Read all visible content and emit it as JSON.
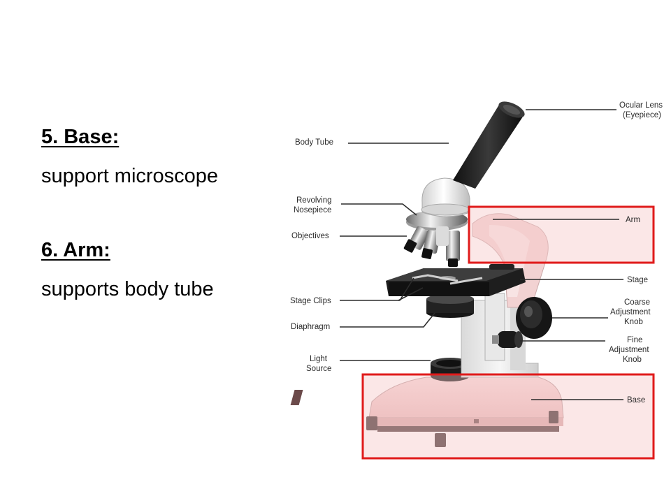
{
  "text_block": {
    "base_heading": "5. Base:",
    "base_desc": "support microscope",
    "arm_heading": "6. Arm:",
    "arm_desc": "supports body tube"
  },
  "diagram": {
    "labels": {
      "ocular_lens_1": "Ocular Lens",
      "ocular_lens_2": "(Eyepiece)",
      "body_tube": "Body Tube",
      "revolving_1": "Revolving",
      "revolving_2": "Nosepiece",
      "objectives": "Objectives",
      "arm": "Arm",
      "stage": "Stage",
      "stage_clips": "Stage Clips",
      "coarse_1": "Coarse",
      "coarse_2": "Adjustment",
      "coarse_3": "Knob",
      "diaphragm": "Diaphragm",
      "fine_1": "Fine",
      "fine_2": "Adjustment",
      "fine_3": "Knob",
      "light_1": "Light",
      "light_2": "Source",
      "base": "Base"
    },
    "highlight_color": "#e01b1b",
    "highlight_fill": "#f7c9c9"
  }
}
